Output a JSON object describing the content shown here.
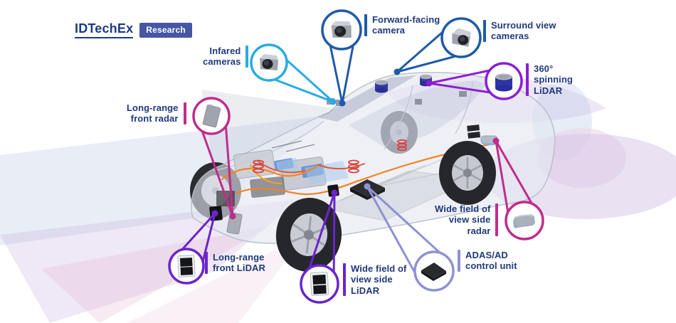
{
  "title": "Autonomous car sensor suite diagram",
  "logo": {
    "brand": "IDTechEx",
    "badge": "Research"
  },
  "sensors": [
    {
      "id": "infrared-cameras",
      "label": "Infared\ncameras",
      "color": "#29ABE2",
      "icon": "camera-icon"
    },
    {
      "id": "forward-facing-camera",
      "label": "Forward-facing\ncamera",
      "color": "#1E5AA8",
      "icon": "camera-icon"
    },
    {
      "id": "surround-view-cameras",
      "label": "Surround view\ncameras",
      "color": "#1E5AA8",
      "icon": "camera-icon"
    },
    {
      "id": "360-spinning-lidar",
      "label": "360°\nspinning\nLiDAR",
      "color": "#8A1FD1",
      "icon": "lidar-cylinder-icon"
    },
    {
      "id": "long-range-front-radar",
      "label": "Long-range\nfront radar",
      "color": "#C02C8C",
      "icon": "radar-panel-icon"
    },
    {
      "id": "long-range-front-lidar",
      "label": "Long-range\nfront LiDAR",
      "color": "#6B24CC",
      "icon": "lidar-unit-icon"
    },
    {
      "id": "wide-fov-side-lidar",
      "label": "Wide field of\nview side\nLiDAR",
      "color": "#6B24CC",
      "icon": "lidar-unit-icon"
    },
    {
      "id": "adas-control-unit",
      "label": "ADAS/AD\ncontrol unit",
      "color": "#8F91D4",
      "icon": "control-chip-icon"
    },
    {
      "id": "wide-fov-side-radar",
      "label": "Wide field of\nview side\nradar",
      "color": "#C02C8C",
      "icon": "radar-side-icon"
    }
  ],
  "colors": {
    "label_text": "#1E3A7C",
    "light_blue": "#29ABE2",
    "dark_blue": "#1E5AA8",
    "purple": "#8A1FD1",
    "violet": "#6B24CC",
    "magenta": "#C02C8C",
    "lavender": "#8F91D4",
    "logo_navy": "#1D3A85",
    "badge_blue": "#4656A4",
    "background": "#FFFFFF"
  }
}
